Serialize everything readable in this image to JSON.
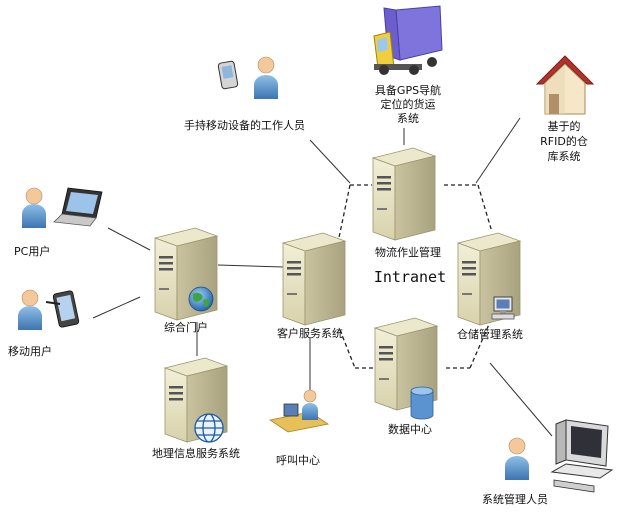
{
  "labels": {
    "mobile_staff": "手持移动设备的工作人员",
    "truck_line1": "具备GPS导航",
    "truck_line2": "定位的货运",
    "truck_line3": "系统",
    "rfid_line1": "基于的",
    "rfid_line2": "RFID的仓",
    "rfid_line3": "库系统",
    "pc_user": "PC用户",
    "mobile_user": "移动用户",
    "portal": "综合门户",
    "customer_service": "客户服务系统",
    "logistics_mgmt": "物流作业管理",
    "intranet": "Intranet",
    "warehouse_mgmt": "仓储管理系统",
    "data_center": "数据中心",
    "gis_service": "地理信息服务系统",
    "call_center": "呼叫中心",
    "sys_admin": "系统管理人员"
  },
  "colors": {
    "server_body": "#e3dfbf",
    "server_side": "#b9b390",
    "person_head": "#7aaed8",
    "person_body": "#4f86c0",
    "line": "#333333",
    "house_roof": "#b5322b",
    "truck_body": "#7b6fd8",
    "truck_cab": "#e8c530"
  }
}
